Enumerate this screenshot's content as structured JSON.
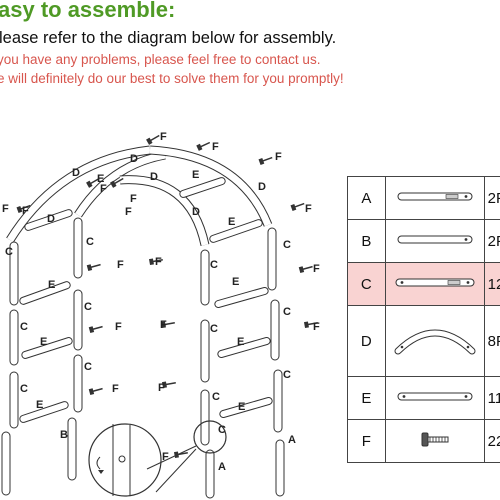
{
  "instructions": {
    "title": "asy to assemble:",
    "line1": "lease refer to the diagram below for assembly.",
    "line2": "you have any problems, please feel free to contact us.",
    "line3": "e will definitely do our best to solve them for you promptly!"
  },
  "colors": {
    "title": "#4f9a25",
    "note": "#d8564e",
    "highlight": "#f9d3d2"
  },
  "parts": [
    {
      "letter": "A",
      "icon": "long-tube-with-end-hole-icon",
      "qty": "2P"
    },
    {
      "letter": "B",
      "icon": "straight-tube-icon",
      "qty": "2P"
    },
    {
      "letter": "C",
      "icon": "tube-with-holes-icon",
      "qty": "12",
      "highlighted": true
    },
    {
      "letter": "D",
      "icon": "curved-arch-tube-icon",
      "qty": "8P"
    },
    {
      "letter": "E",
      "icon": "short-straight-tube-icon",
      "qty": "11"
    },
    {
      "letter": "F",
      "icon": "screw-icon",
      "qty": "22"
    }
  ],
  "diagram": {
    "labels": {
      "A": "A",
      "B": "B",
      "C": "C",
      "D": "D",
      "E": "E",
      "F": "F"
    }
  }
}
